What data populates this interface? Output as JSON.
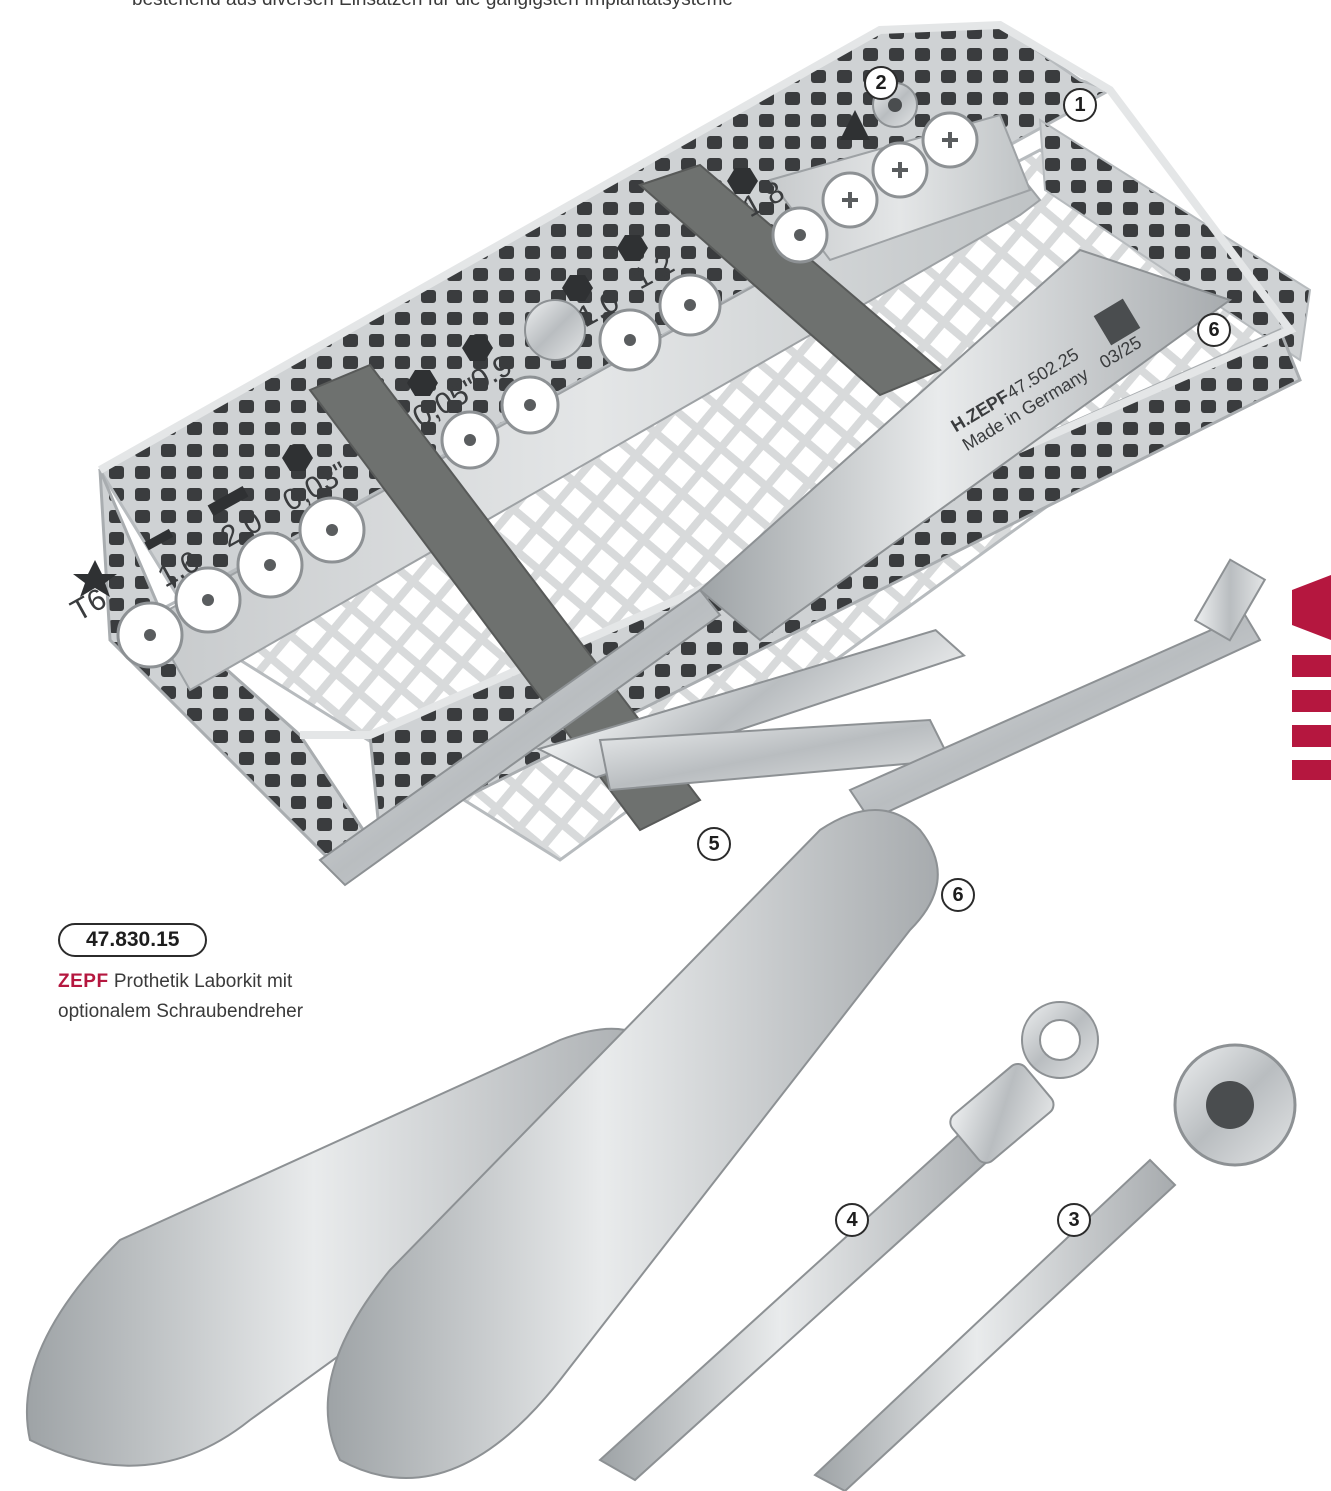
{
  "intro_text": "bestehend aus diversen Einsätzen für die gängigsten Implantatsysteme",
  "product": {
    "article_number": "47.830.15",
    "brand": "ZEPF",
    "description": "Prothetik Laborkit mit optionalem Schrauben­dreher"
  },
  "callouts": {
    "c1": "1",
    "c2": "2",
    "c3": "3",
    "c4": "4",
    "c5": "5",
    "c6a": "6",
    "c6b": "6"
  },
  "insert_labels": {
    "t6": "T6",
    "s16": "1.6",
    "s20": "2.0",
    "s003": "0,03\"",
    "s005": "0,05\"",
    "s09": "0.9",
    "s10": "1.0",
    "s12": "1.2",
    "s18": "1.8"
  },
  "handle_engraving": {
    "brand": "H.ZEPF",
    "origin": "Made in Germany",
    "code": "47.502.25",
    "date": "03/25"
  },
  "colors": {
    "brand": "#b5173f",
    "foam": "#6e716f",
    "steel": "#c9ccce"
  }
}
